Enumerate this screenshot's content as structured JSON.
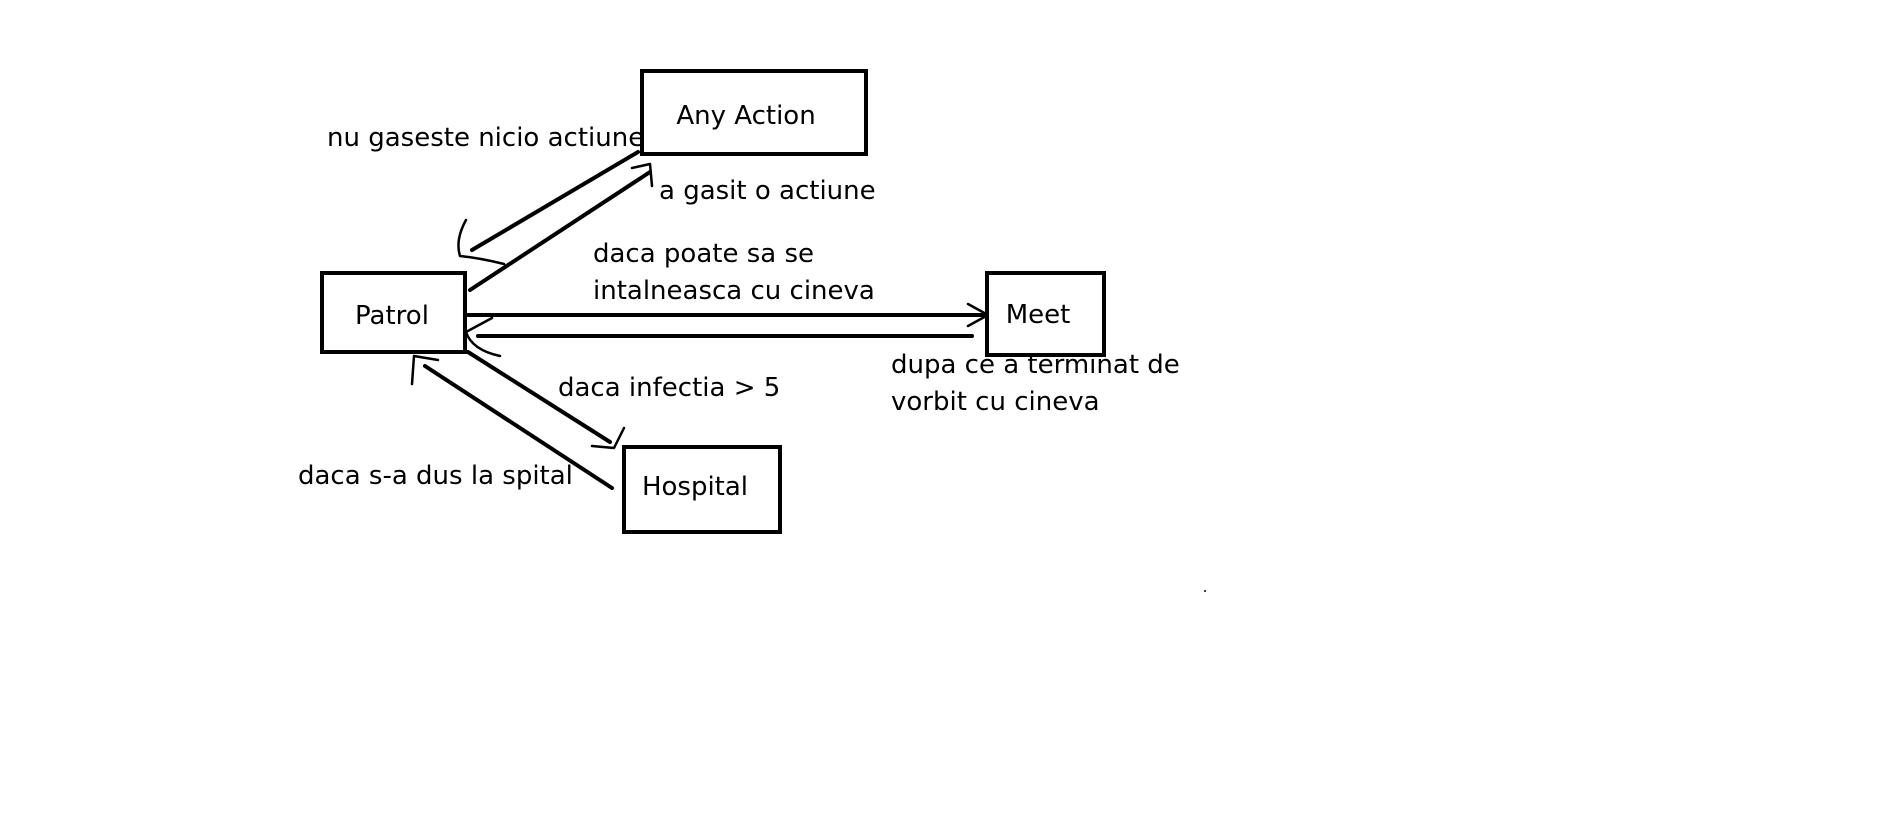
{
  "diagram": {
    "nodes": {
      "any_action": "Any Action",
      "patrol": "Patrol",
      "meet": "Meet",
      "hospital": "Hospital"
    },
    "edges": {
      "any_action_to_patrol": "nu gaseste nicio actiune",
      "patrol_to_any_action": "a gasit o actiune",
      "patrol_to_meet_line1": "daca poate sa se",
      "patrol_to_meet_line2": "intalneasca cu cineva",
      "meet_to_patrol_line1": "dupa ce a terminat de",
      "meet_to_patrol_line2": "vorbit cu cineva",
      "patrol_to_hospital": "daca infectia > 5",
      "hospital_to_patrol": "daca s-a dus la spital"
    }
  }
}
